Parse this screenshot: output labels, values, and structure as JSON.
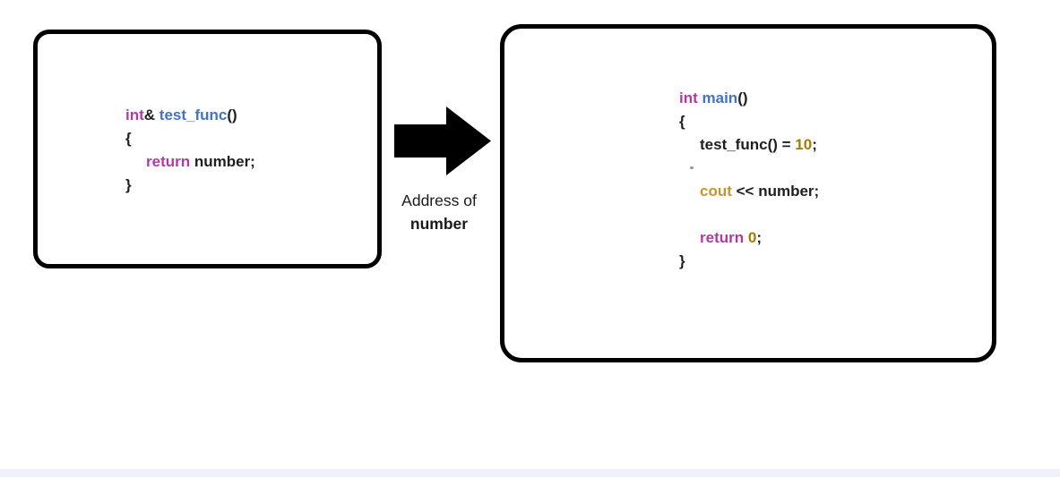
{
  "page": {
    "background": "#ffffff",
    "footer_strip_color": "#eef1f9"
  },
  "palette": {
    "keyword": "#B13AA2",
    "function_name": "#4472C4",
    "number_literal": "#A07D05",
    "stream": "#C6952D",
    "code_text": "#1F1F1F",
    "box_border": "#000000",
    "label_text": "#1a1a1a"
  },
  "left_code_box": {
    "lines": [
      {
        "indent": 0,
        "tokens": [
          {
            "text": "int",
            "color": "keyword"
          },
          {
            "text": "& ",
            "color": "code_text"
          },
          {
            "text": "test_func",
            "color": "function_name"
          },
          {
            "text": "()",
            "color": "code_text"
          }
        ]
      },
      {
        "indent": 0,
        "tokens": [
          {
            "text": "{",
            "color": "code_text"
          }
        ]
      },
      {
        "indent": 1,
        "tokens": [
          {
            "text": "return",
            "color": "keyword"
          },
          {
            "text": " number;",
            "color": "code_text"
          }
        ]
      },
      {
        "indent": 0,
        "tokens": [
          {
            "text": "}",
            "color": "code_text"
          }
        ]
      }
    ]
  },
  "right_code_box": {
    "lines": [
      {
        "indent": 0,
        "tokens": [
          {
            "text": "int",
            "color": "keyword"
          },
          {
            "text": " ",
            "color": "code_text"
          },
          {
            "text": "main",
            "color": "function_name"
          },
          {
            "text": "()",
            "color": "code_text"
          }
        ]
      },
      {
        "indent": 0,
        "tokens": [
          {
            "text": "{",
            "color": "code_text"
          }
        ]
      },
      {
        "indent": 1,
        "tokens": [
          {
            "text": "test_func() = ",
            "color": "code_text"
          },
          {
            "text": "10",
            "color": "number_literal"
          },
          {
            "text": ";",
            "color": "code_text"
          }
        ]
      },
      {
        "indent": 0,
        "tokens": []
      },
      {
        "indent": 1,
        "tokens": [
          {
            "text": "cout",
            "color": "stream"
          },
          {
            "text": " << number;",
            "color": "code_text"
          }
        ]
      },
      {
        "indent": 0,
        "tokens": []
      },
      {
        "indent": 1,
        "tokens": [
          {
            "text": "return",
            "color": "keyword"
          },
          {
            "text": " ",
            "color": "code_text"
          },
          {
            "text": "0",
            "color": "number_literal"
          },
          {
            "text": ";",
            "color": "code_text"
          }
        ]
      },
      {
        "indent": 0,
        "tokens": [
          {
            "text": "}",
            "color": "code_text"
          }
        ]
      }
    ]
  },
  "arrow": {
    "label_line1": "Address of",
    "label_line2": "number",
    "direction": "right",
    "color": "#000000"
  }
}
